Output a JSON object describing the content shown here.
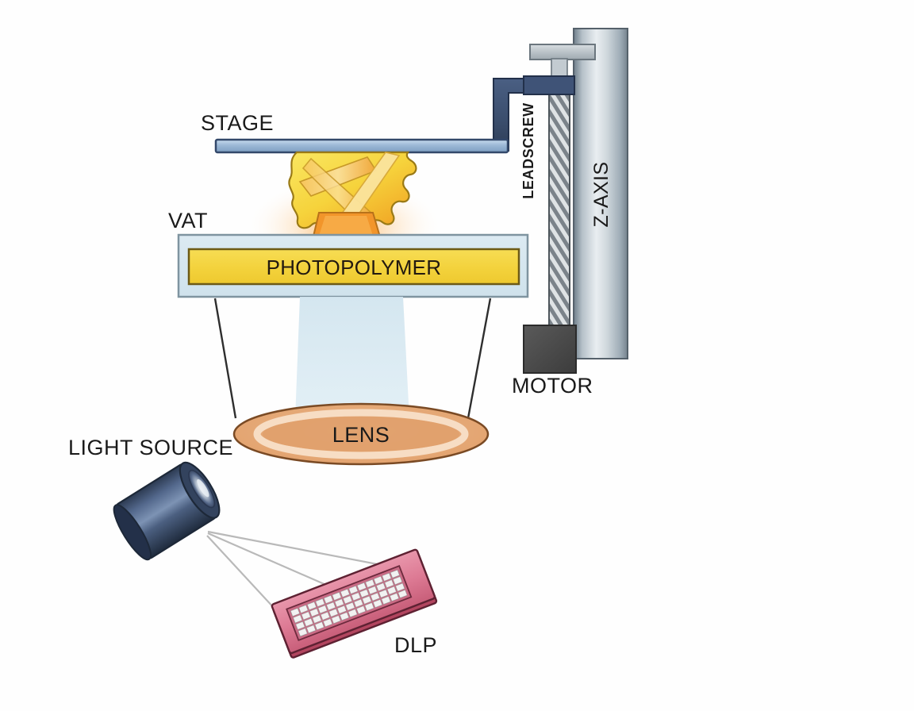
{
  "diagram": {
    "title": "DLP vat photopolymerization 3D printer schematic",
    "background_color": "#fefefe"
  },
  "labels": {
    "stage": "STAGE",
    "vat": "VAT",
    "photopolymer": "PHOTOPOLYMER",
    "leadscrew": "LEADSCREW",
    "z_axis": "Z-AXIS",
    "motor": "MOTOR",
    "lens": "LENS",
    "light_source": "LIGHT SOURCE",
    "dlp": "DLP"
  },
  "colors": {
    "stage_bar": "#a9c2dd",
    "stage_bar_dark": "#3e5272",
    "bracket": "#3c4f6e",
    "vat_glass": "#d6e7ef",
    "vat_border": "#7f94a0",
    "photopolymer": "#f5d847",
    "photopolymer_border": "#6d5a16",
    "part_yellow": "#f6d93f",
    "part_orange": "#f0941f",
    "glow": "#f89b2d",
    "leadscrew_light": "#d9dde0",
    "leadscrew_dark": "#5b6166",
    "z_axis_light": "#e7ebed",
    "z_axis_dark": "#7d8a94",
    "motor": "#4a4a4a",
    "lens_fill": "#e3a470",
    "lens_ring": "#f7ddc4",
    "lens_border": "#7a4a24",
    "light_source_body": "#47597a",
    "light_source_dark": "#2b3950",
    "beam": "#dbe9f1",
    "dlp_board": "#dd7a94",
    "dlp_board_dark": "#b2455f",
    "dlp_cell": "#f2f2f2",
    "ray": "#b9b9b9",
    "cone_line": "#2e2e2e",
    "text": "#1a1a1a"
  },
  "dlp_grid": {
    "rows": 4,
    "cols": 13
  },
  "light_rays": {
    "count": 3
  }
}
